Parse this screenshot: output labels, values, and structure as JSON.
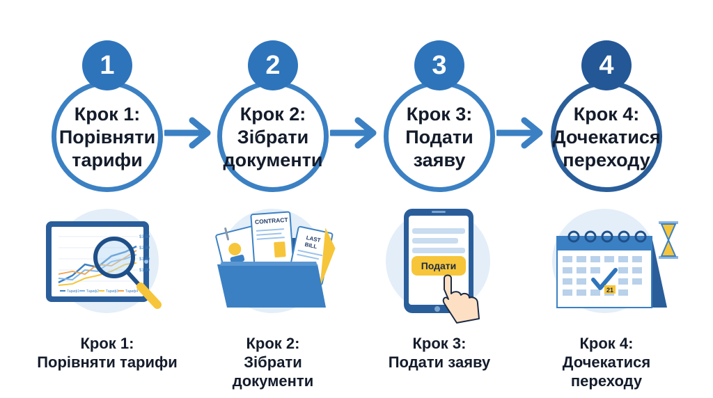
{
  "steps": [
    {
      "number": "1",
      "title_lines": [
        "Крок 1:",
        "Порівняти",
        "тарифи"
      ],
      "caption_lines": [
        "Крок 1:",
        "Порівняти тарифи"
      ],
      "illustration": {
        "icon": "tablet-chart-magnifier-icon",
        "price_ticks": [
          "$3,50",
          "$2,50",
          "$1,50",
          "$1,00"
        ],
        "legend": [
          "Тариф1",
          "Тариф2",
          "Тариф3",
          "Тариф4"
        ]
      }
    },
    {
      "number": "2",
      "title_lines": [
        "Крок 2:",
        "Зібрати",
        "документи"
      ],
      "caption_lines": [
        "Крок 2:",
        "Зібрати",
        "документи"
      ],
      "illustration": {
        "icon": "folder-documents-icon",
        "contract_label": "CONTRACT",
        "bill_label_lines": [
          "LAST",
          "BILL"
        ]
      }
    },
    {
      "number": "3",
      "title_lines": [
        "Крок 3:",
        "Подати",
        "заяву"
      ],
      "caption_lines": [
        "Крок 3:",
        "Подати заяву"
      ],
      "illustration": {
        "icon": "phone-submit-icon",
        "button_label": "Подати"
      }
    },
    {
      "number": "4",
      "title_lines": [
        "Крок 4:",
        "Дочекатися",
        "переходу"
      ],
      "caption_lines": [
        "Крок 4:",
        "Дочекатися",
        "переходу"
      ],
      "illustration": {
        "icon": "calendar-hourglass-icon",
        "date_label": "21"
      }
    }
  ],
  "arrows": [
    "arrow-right-icon",
    "arrow-right-icon",
    "arrow-right-icon"
  ],
  "colors": {
    "primary": "#3b80c3",
    "primary_dark": "#2a5e9a",
    "badge": "#2e74bb",
    "accent_yellow": "#f6c53a",
    "light_bg": "#e3eef9",
    "text": "#141c2b"
  }
}
